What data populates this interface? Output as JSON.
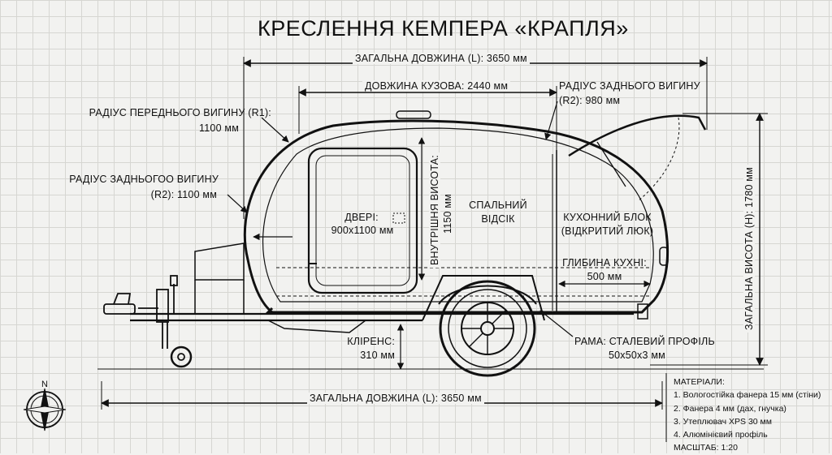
{
  "title": "КРЕСЛЕННЯ КЕМПЕРА «КРАПЛЯ»",
  "dimensions": {
    "total_length_top": "ЗАГАЛЬНА ДОВЖИНА (L): 3650 мм",
    "body_length": "ДОВЖИНА КУЗОВА: 2440 мм",
    "rear_radius_top_title": "РАДІУС ЗАДНЬОГО ВИГИНУ",
    "rear_radius_top_value": "(R2): 980 мм",
    "front_radius_title": "РАДІУС ПЕРЕДНЬОГО ВИГИНУ (R1):",
    "front_radius_value": "1100 мм",
    "rear_radius_left_title": "РАДІУС ЗАДНЬОГОО ВИГИНУ",
    "rear_radius_left_value": "(R2): 1100 мм",
    "door_title": "ДВЕРІ:",
    "door_value": "900x1100 мм",
    "inner_height_title": "ВНУТРІШНЯ ВИСОТА:",
    "inner_height_value": "1150 мм",
    "sleeping_line1": "СПАЛЬНИЙ",
    "sleeping_line2": "ВІДСІК",
    "kitchen_line1": "КУХОННИЙ БЛОК",
    "kitchen_line2": "(ВІДКРИТИЙ ЛЮК)",
    "kitchen_depth_title": "ГЛИБИНА КУХНІ:",
    "kitchen_depth_value": "500 мм",
    "total_height": "ЗАГАЛЬНА ВИСОТА (H): 1780 мм",
    "clearance_title": "КЛІРЕНС:",
    "clearance_value": "310 мм",
    "frame_title": "РАМА: СТАЛЕВИЙ ПРОФІЛЬ",
    "frame_value": "50x50x3 мм",
    "total_length_bottom": "ЗАГАЛЬНА ДОВЖИНА (L): 3650 мм"
  },
  "materials": {
    "heading": "МАТЕРІАЛИ:",
    "items": [
      "1. Вологостійка фанера 15 мм (стіни)",
      "2. Фанера 4 мм (дах, гнучка)",
      "3. Утеплювач XPS 30 мм",
      "4. Алюмінієвий профіль"
    ],
    "scale": "МАСШТАБ: 1:20"
  },
  "compass": {
    "north_label": "N",
    "icon": "compass-rose-icon"
  },
  "colors": {
    "ink": "#111111",
    "paper": "#f2f2f0",
    "grid": "#d6d6d2"
  }
}
